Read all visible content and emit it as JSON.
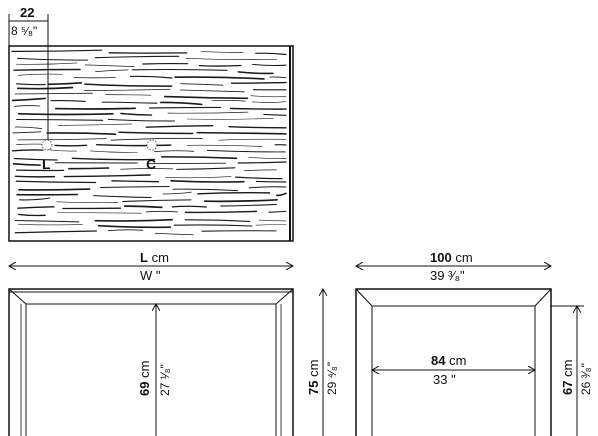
{
  "top_dim": {
    "value": "22",
    "imperial": "8 ⁵⁄₈\""
  },
  "markers": {
    "left": "L",
    "center": "C"
  },
  "length": {
    "value": "L",
    "unit": "cm",
    "imperial": "W \""
  },
  "depth": {
    "value": "100",
    "unit": "cm",
    "imperial": "39 ³⁄₈\""
  },
  "inner_height": {
    "value": "69",
    "unit": "cm",
    "imperial": "27 ¹⁄₈\""
  },
  "total_height": {
    "value": "75",
    "unit": "cm",
    "imperial": "29 ⁴⁄₈\""
  },
  "inner_width": {
    "value": "84",
    "unit": "cm",
    "imperial": "33 \""
  },
  "side_height": {
    "value": "67",
    "unit": "cm",
    "imperial": "26 ³⁄₈\""
  },
  "colors": {
    "line": "#111111",
    "grain": "#1a1a1a"
  }
}
